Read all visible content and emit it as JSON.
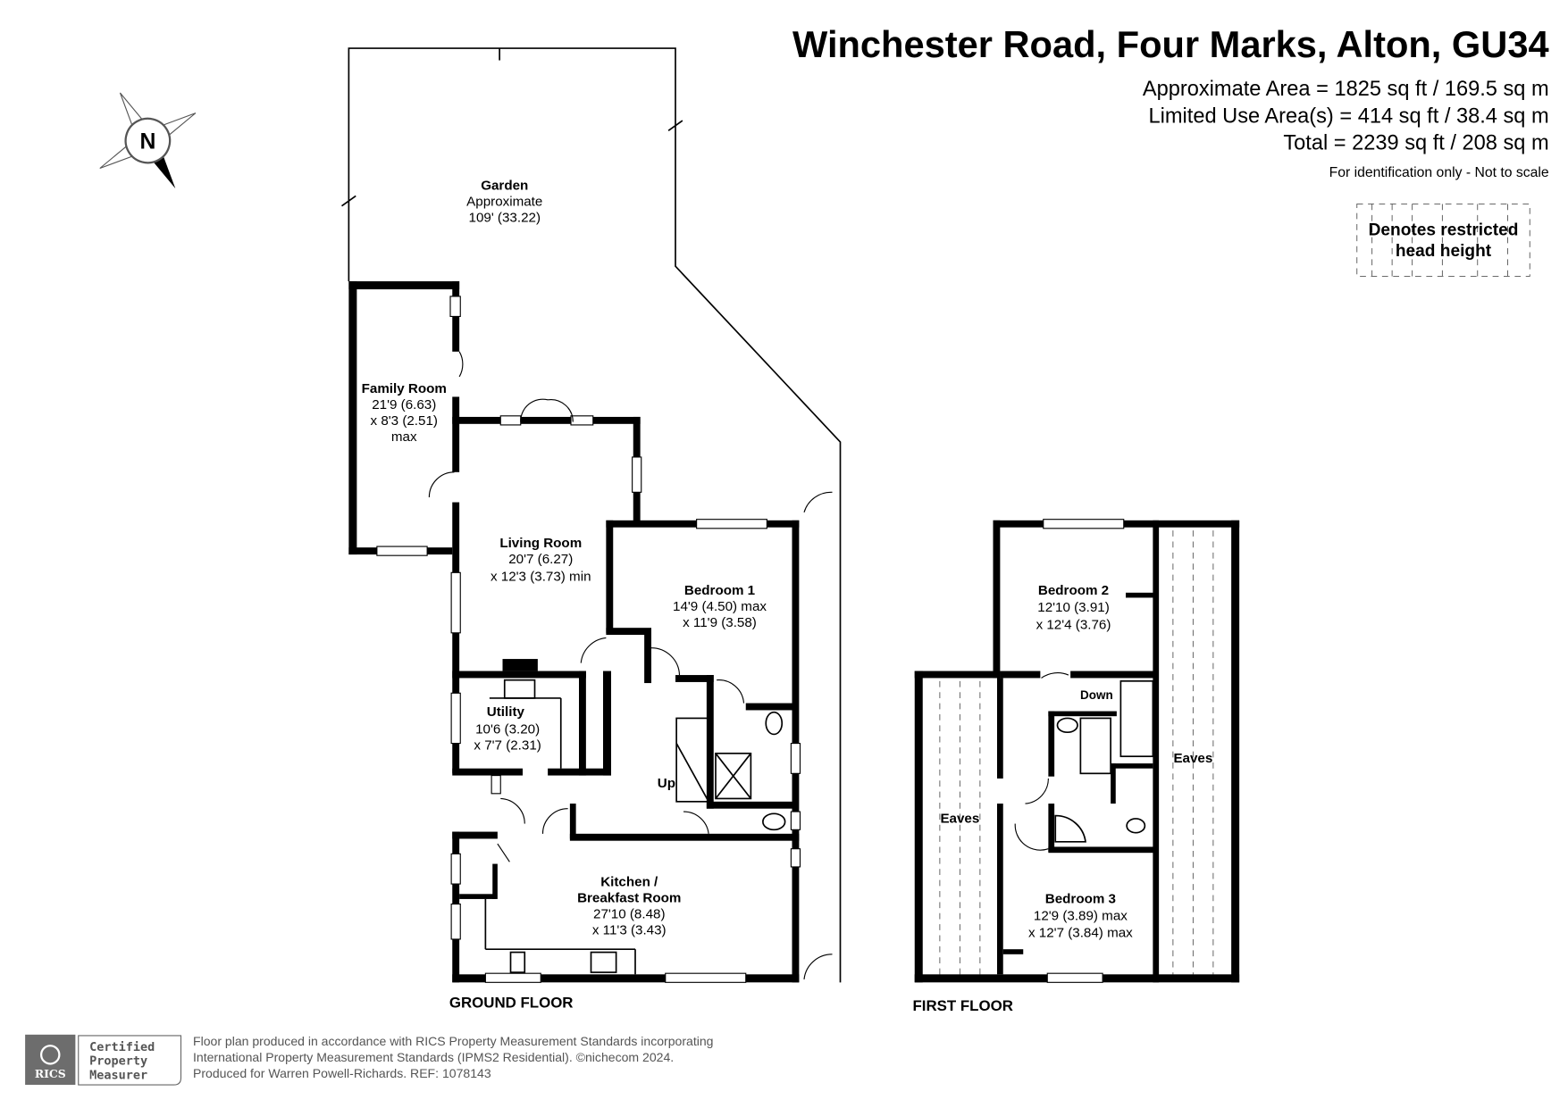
{
  "header": {
    "title": "Winchester Road, Four Marks, Alton, GU34",
    "approx_area": "Approximate Area = 1825 sq ft / 169.5 sq m",
    "limited_area": "Limited Use Area(s) = 414 sq ft / 38.4 sq m",
    "total_area": "Total = 2239 sq ft / 208 sq m",
    "disclaimer": "For identification only - Not to scale"
  },
  "legend": {
    "line1": "Denotes restricted",
    "line2": "head height"
  },
  "compass": {
    "letter": "N",
    "icon": "compass-north-icon"
  },
  "ground_floor": {
    "label": "GROUND FLOOR",
    "rooms": {
      "garden": [
        "Garden",
        "Approximate",
        "109' (33.22)"
      ],
      "family": [
        "Family Room",
        "21'9 (6.63)",
        "x 8'3 (2.51)",
        "max"
      ],
      "living": [
        "Living Room",
        "20'7 (6.27)",
        "x 12'3 (3.73) min"
      ],
      "bedroom1": [
        "Bedroom 1",
        "14'9 (4.50) max",
        "x 11'9 (3.58)"
      ],
      "utility": [
        "Utility",
        "10'6 (3.20)",
        "x 7'7 (2.31)"
      ],
      "kitchen": [
        "Kitchen /",
        "Breakfast Room",
        "27'10 (8.48)",
        "x 11'3 (3.43)"
      ]
    },
    "stairs": "Up"
  },
  "first_floor": {
    "label": "FIRST FLOOR",
    "rooms": {
      "bedroom2": [
        "Bedroom 2",
        "12'10 (3.91)",
        "x 12'4 (3.76)"
      ],
      "bedroom3": [
        "Bedroom 3",
        "12'9 (3.89) max",
        "x 12'7 (3.84) max"
      ],
      "eaves_left": "Eaves",
      "eaves_right": "Eaves"
    },
    "stairs": "Down"
  },
  "footer": {
    "rics": "RICS",
    "badge": [
      "Certified",
      "Property",
      "Measurer"
    ],
    "lines": [
      "Floor plan produced in accordance with RICS Property Measurement Standards incorporating",
      "International Property Measurement Standards (IPMS2 Residential).   ©nichecom 2024.",
      "Produced for Warren Powell-Richards.   REF:  1078143"
    ]
  }
}
